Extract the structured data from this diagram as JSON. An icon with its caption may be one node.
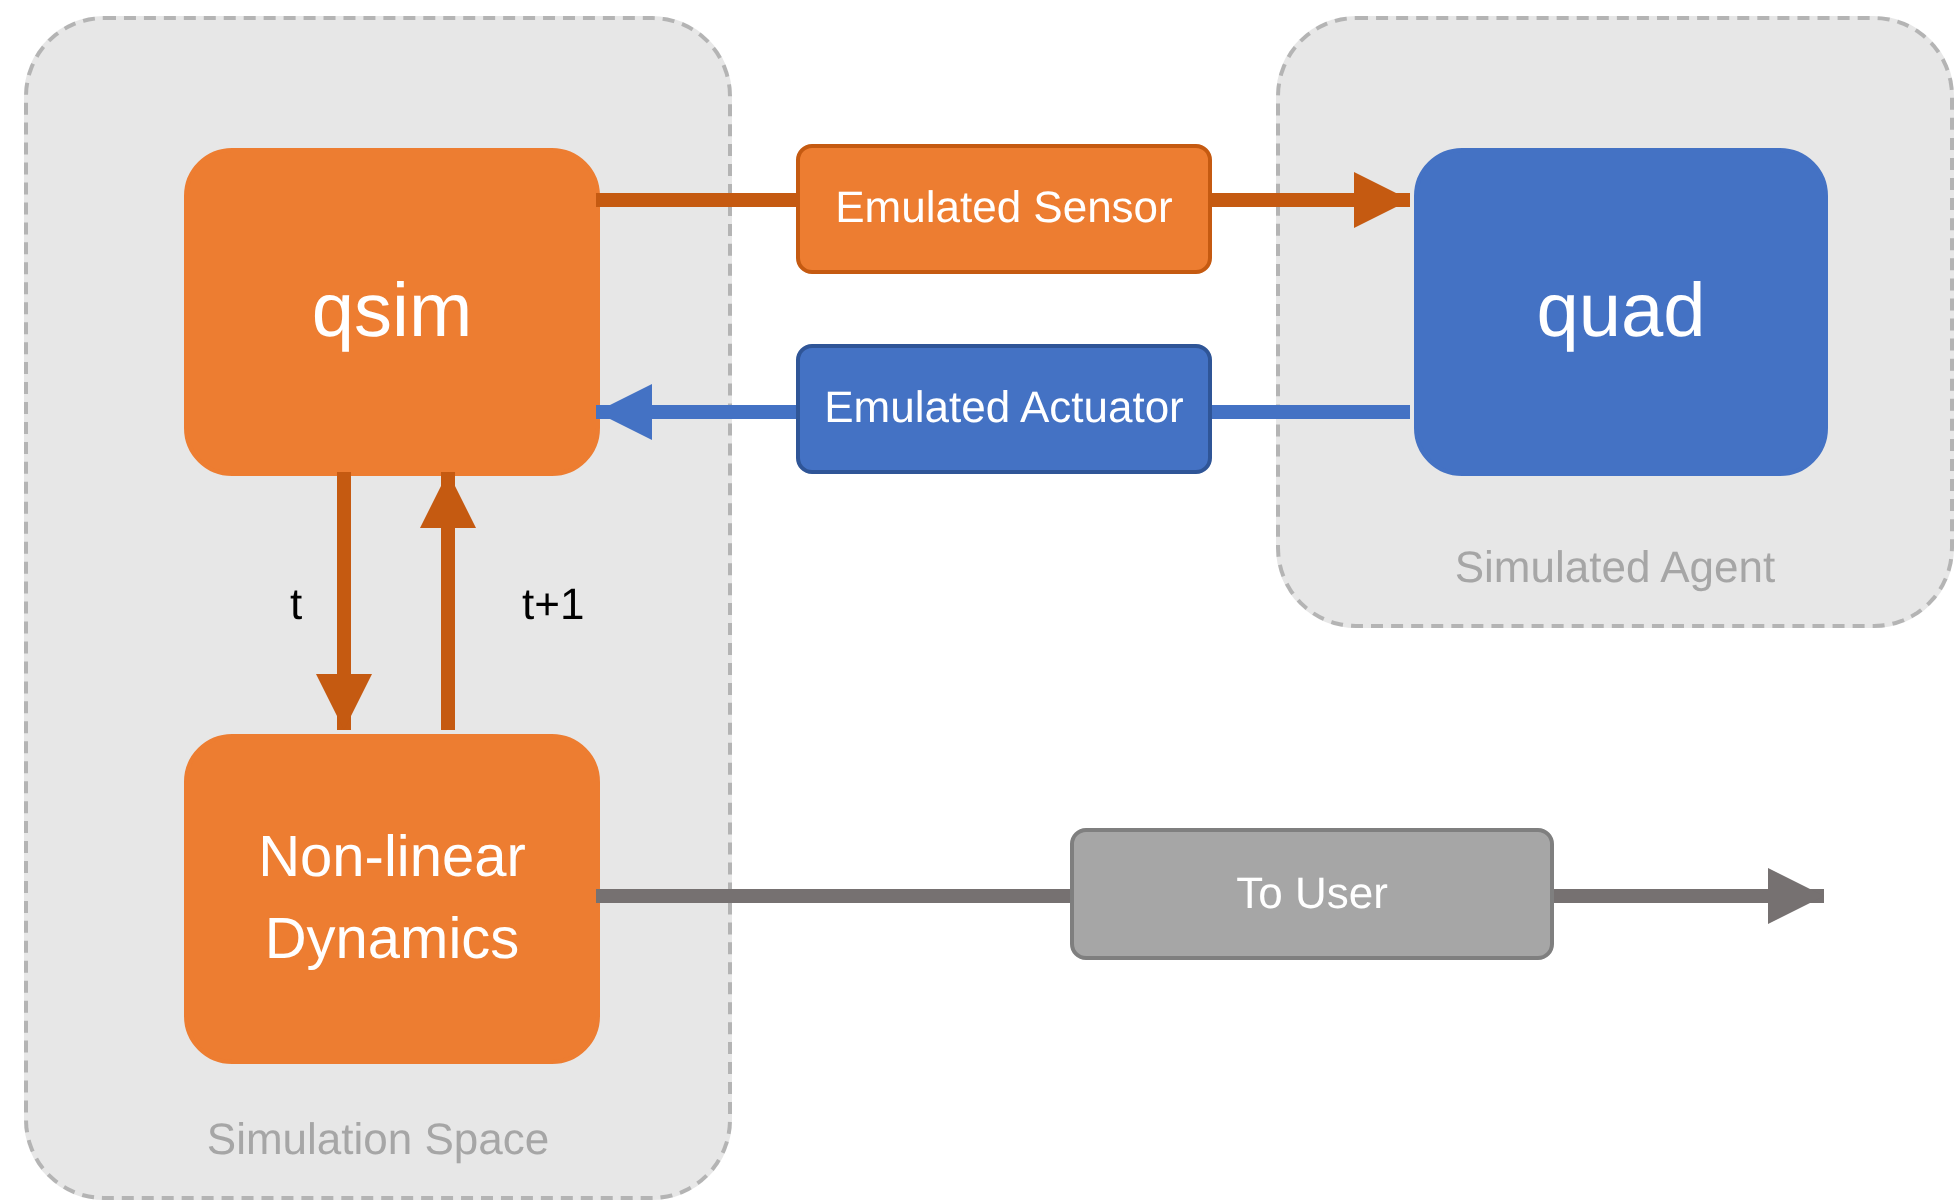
{
  "diagram": {
    "nodes": [
      {
        "text": [
          "Simulation Space"
        ]
      },
      {
        "text": [
          "qsim"
        ],
        "in": 0
      },
      {
        "text": [
          "Non-linear Dynamics"
        ],
        "in": 0
      },
      {
        "text": [
          "Simulated Agent"
        ]
      },
      {
        "text": [
          "quad"
        ],
        "in": 3
      },
      {
        "text": [
          "Emulated Sensor"
        ]
      },
      {
        "text": [
          "Emulated Actuator"
        ]
      },
      {
        "text": [
          "To User"
        ]
      }
    ],
    "edges": [
      {
        "from": 1,
        "to": 5,
        "arrow": "none",
        "color": "#c55a11"
      },
      {
        "from": 5,
        "to": 4,
        "arrow": "to",
        "color": "#c55a11"
      },
      {
        "from": 4,
        "to": 6,
        "arrow": "none",
        "color": "#4472c4"
      },
      {
        "from": 6,
        "to": 1,
        "arrow": "to",
        "color": "#4472c4"
      },
      {
        "from": 1,
        "to": 2,
        "arrow": "to",
        "label": "t",
        "color": "#c55a11"
      },
      {
        "from": 2,
        "to": 1,
        "arrow": "to",
        "label": "t+1",
        "color": "#c55a11"
      },
      {
        "from": 2,
        "to": 7,
        "arrow": "none",
        "color": "#767171"
      },
      {
        "from": 7,
        "to": null,
        "arrow": "to",
        "color": "#767171"
      }
    ]
  }
}
